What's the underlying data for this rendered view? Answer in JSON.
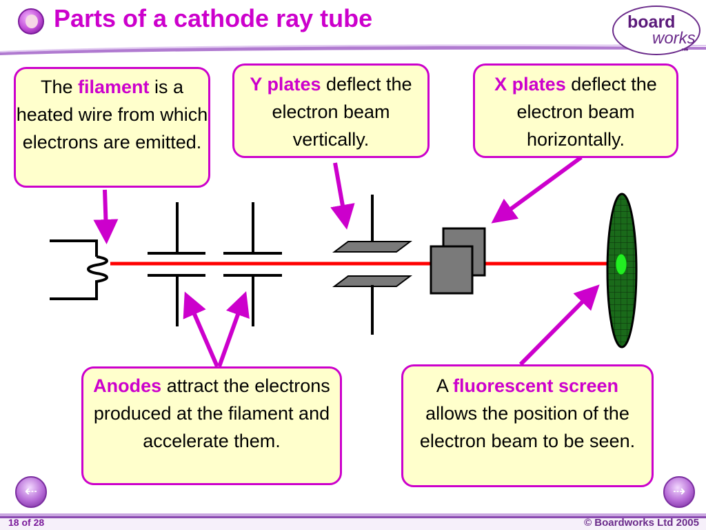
{
  "title": "Parts of a cathode ray tube",
  "logo": {
    "line1": "board",
    "line2": "works",
    "dots": "•••"
  },
  "boxes": {
    "filament": {
      "pre": "The ",
      "highlight": "filament",
      "post": " is a heated wire from which electrons are emitted."
    },
    "y_plates": {
      "pre": "",
      "highlight": "Y plates",
      "post": " deflect the electron beam vertically."
    },
    "x_plates": {
      "pre": "",
      "highlight": "X plates",
      "post": " deflect the electron beam horizontally."
    },
    "anodes": {
      "pre": "",
      "highlight": "Anodes",
      "post": " attract the electrons produced at the filament and accelerate them."
    },
    "screen": {
      "pre": "A ",
      "highlight": "fluorescent screen",
      "post": " allows the position of the electron beam to be seen."
    }
  },
  "footer": {
    "slide_number": "18 of 28",
    "copyright": "© Boardworks Ltd 2005"
  },
  "nav": {
    "prev_icon": "left-arrow-icon",
    "next_icon": "right-arrow-icon"
  },
  "colors": {
    "accent": "#cc00cc",
    "box_fill": "#ffffcc",
    "beam": "#ff0000",
    "screen": "#1a6a1a",
    "spot": "#22ee22",
    "plate": "#7a7a7a"
  }
}
